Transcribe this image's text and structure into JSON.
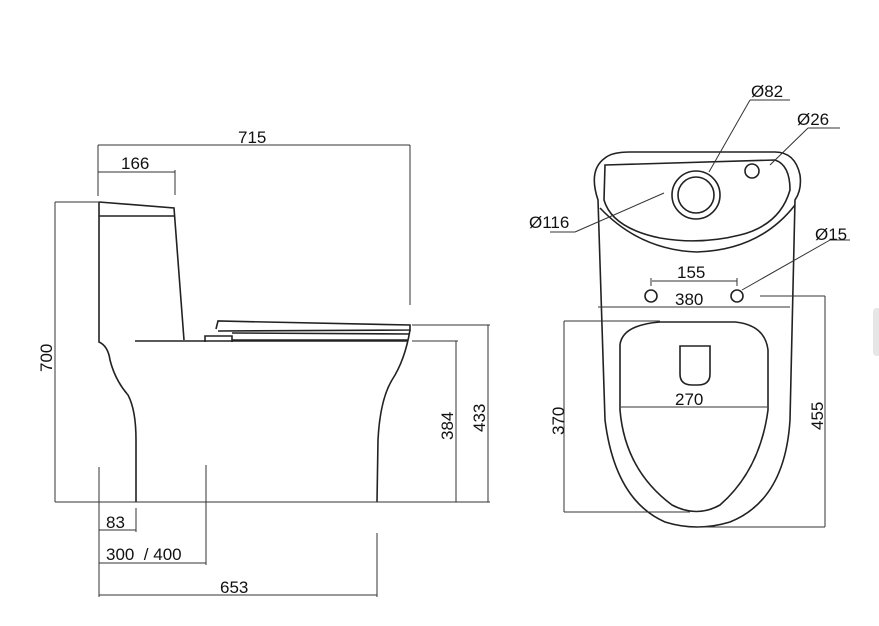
{
  "side_view": {
    "overall_length": "715",
    "tank_depth": "166",
    "overall_height": "700",
    "bowl_height": "384",
    "seat_height": "433",
    "outlet_offset": "83",
    "rough_in": "300  / 400",
    "base_length": "653"
  },
  "top_view": {
    "flush_valve_dia": "Ø82",
    "button_hole_dia": "Ø26",
    "tank_opening_dia": "Ø116",
    "mount_hole_dia": "Ø15",
    "mount_hole_spacing": "155",
    "overall_width": "380",
    "seat_width": "270",
    "seat_length": "370",
    "bowl_length": "455"
  }
}
